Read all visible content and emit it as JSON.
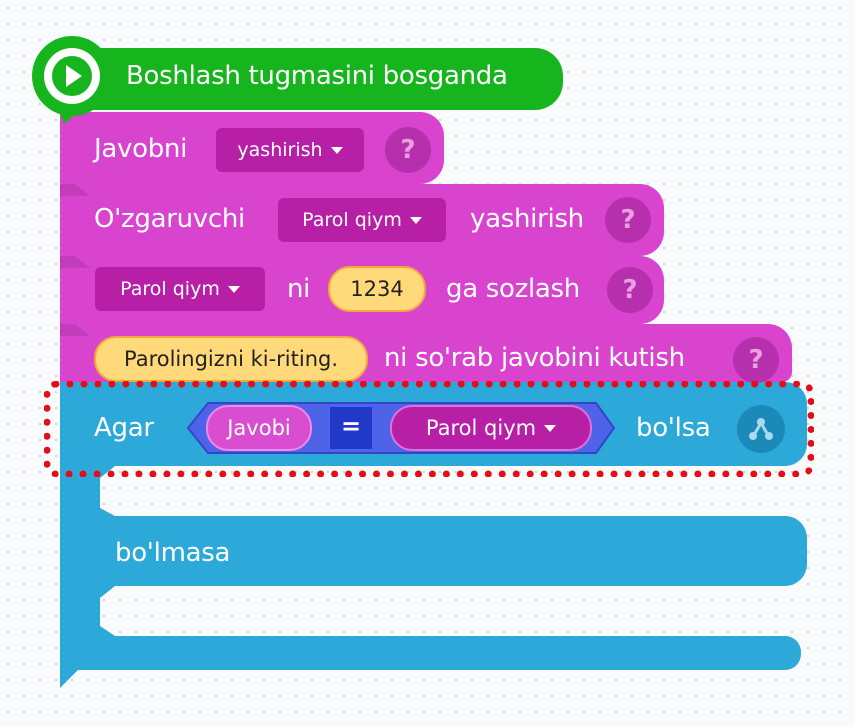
{
  "blocks": {
    "start": {
      "label": "Boshlash tugmasini bosganda",
      "icon": "play-icon"
    },
    "hide_answer": {
      "label": "Javobni",
      "dropdown": "yashirish",
      "help": "?"
    },
    "hide_variable": {
      "prefix": "O'zgaruvchi",
      "dropdown": "Parol qiym",
      "suffix": "yashirish",
      "help": "?"
    },
    "set_variable": {
      "dropdown": "Parol qiym",
      "mid": "ni",
      "value": "1234",
      "suffix": "ga sozlash",
      "help": "?"
    },
    "ask_wait": {
      "prompt": "Parolingizni ki-riting.",
      "suffix": "ni so'rab javobini kutish",
      "help": "?"
    },
    "if_else": {
      "if_label": "Agar",
      "left_operand": "Javobi",
      "operator": "=",
      "right_operand": "Parol qiym",
      "then_label": "bo'lsa",
      "else_label": "bo'lmasa",
      "icon": "branch-icon"
    }
  },
  "colors": {
    "start": "#16b51d",
    "looks": "#d944cf",
    "looks_dark": "#b61fa6",
    "control": "#2ca8d9",
    "compare": "#4f63e8",
    "literal": "#ffd97a",
    "highlight": "#e20e18"
  }
}
